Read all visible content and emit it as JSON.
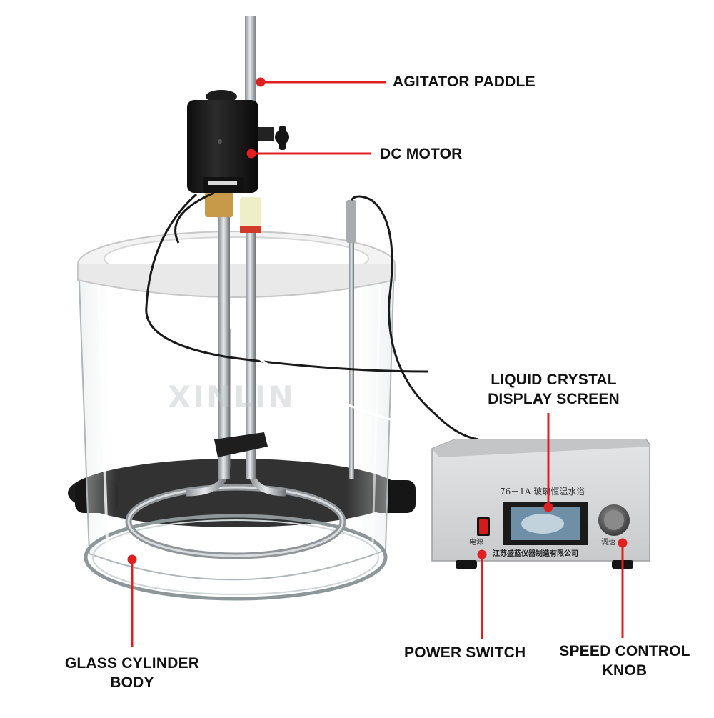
{
  "callouts": {
    "agitator_paddle": "AGITATOR PADDLE",
    "dc_motor": "DC MOTOR",
    "lcd_screen": [
      "LIQUID CRYSTAL",
      "DISPLAY SCREEN"
    ],
    "glass_cylinder": [
      "GLASS CYLINDER",
      "BODY"
    ],
    "power_switch": "POWER SWITCH",
    "speed_knob": [
      "SPEED CONTROL",
      "KNOB"
    ]
  },
  "device_text": {
    "model_label": "76－1A 玻璃恒温水浴",
    "power_label": "电源",
    "adjust_label": "调速",
    "maker_label": "江苏盛蓝仪器制造有限公司"
  },
  "watermark": "XINLIN",
  "colors": {
    "pointer": "#e02020",
    "label": "#111111",
    "controller_body": "#d4d5d6",
    "ring": "#f3f3f3",
    "glass_edge": "#9aa3a6"
  },
  "icons": {
    "power_switch": "rocker-switch-icon",
    "speed_knob": "knob-icon"
  }
}
